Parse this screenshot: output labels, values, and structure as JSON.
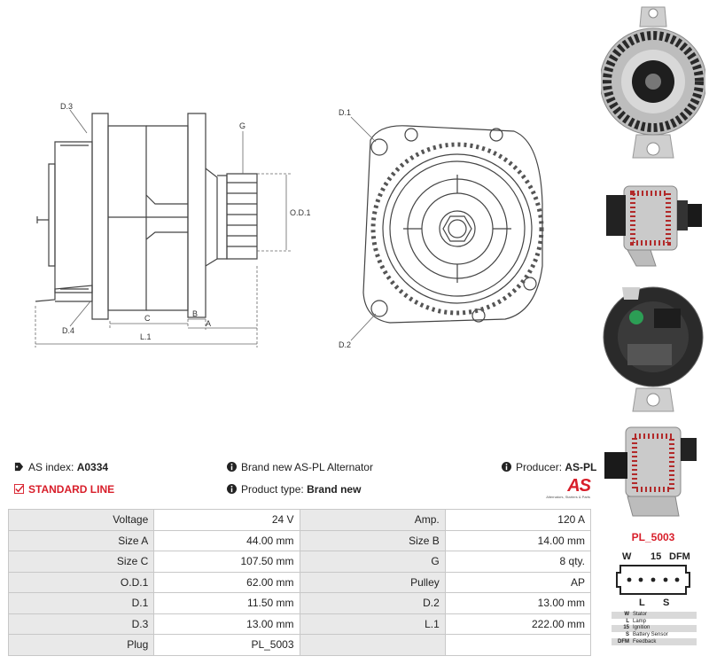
{
  "drawing": {
    "labels": {
      "d3": "D.3",
      "d4": "D.4",
      "g": "G",
      "od1": "O.D.1",
      "c": "C",
      "b": "B",
      "a": "A",
      "l1": "L.1",
      "d1": "D.1",
      "d2": "D.2"
    }
  },
  "info": {
    "as_index_label": "AS index:",
    "as_index_value": "A0334",
    "line": "STANDARD LINE",
    "description": "Brand new AS-PL Alternator",
    "product_type_label": "Product type:",
    "product_type_value": "Brand new",
    "producer_label": "Producer:",
    "producer_value": "AS-PL"
  },
  "logo": {
    "mark": "AS",
    "tagline": "Alternators, Starters & Parts"
  },
  "specs": [
    {
      "label1": "Voltage",
      "value1": "24 V",
      "label2": "Amp.",
      "value2": "120 A"
    },
    {
      "label1": "Size A",
      "value1": "44.00 mm",
      "label2": "Size B",
      "value2": "14.00 mm"
    },
    {
      "label1": "Size C",
      "value1": "107.50 mm",
      "label2": "G",
      "value2": "8 qty."
    },
    {
      "label1": "O.D.1",
      "value1": "62.00 mm",
      "label2": "Pulley",
      "value2": "AP"
    },
    {
      "label1": "D.1",
      "value1": "11.50 mm",
      "label2": "D.2",
      "value2": "13.00 mm"
    },
    {
      "label1": "D.3",
      "value1": "13.00 mm",
      "label2": "L.1",
      "value2": "222.00 mm"
    },
    {
      "label1": "Plug",
      "value1": "PL_5003",
      "label2": "",
      "value2": ""
    }
  ],
  "plug": {
    "title": "PL_5003",
    "top_pins": {
      "w": "W",
      "p15": "15",
      "dfm": "DFM"
    },
    "bottom_pins": {
      "l": "L",
      "s": "S"
    },
    "legend": [
      {
        "key": "W",
        "desc": "Stator"
      },
      {
        "key": "L",
        "desc": "Lamp"
      },
      {
        "key": "15",
        "desc": "Ignition"
      },
      {
        "key": "S",
        "desc": "Battery Sensor"
      },
      {
        "key": "DFM",
        "desc": "Feedback"
      }
    ]
  },
  "colors": {
    "accent": "#d81e2a",
    "label_bg": "#e9e9e9",
    "border": "#c8c8c8"
  }
}
